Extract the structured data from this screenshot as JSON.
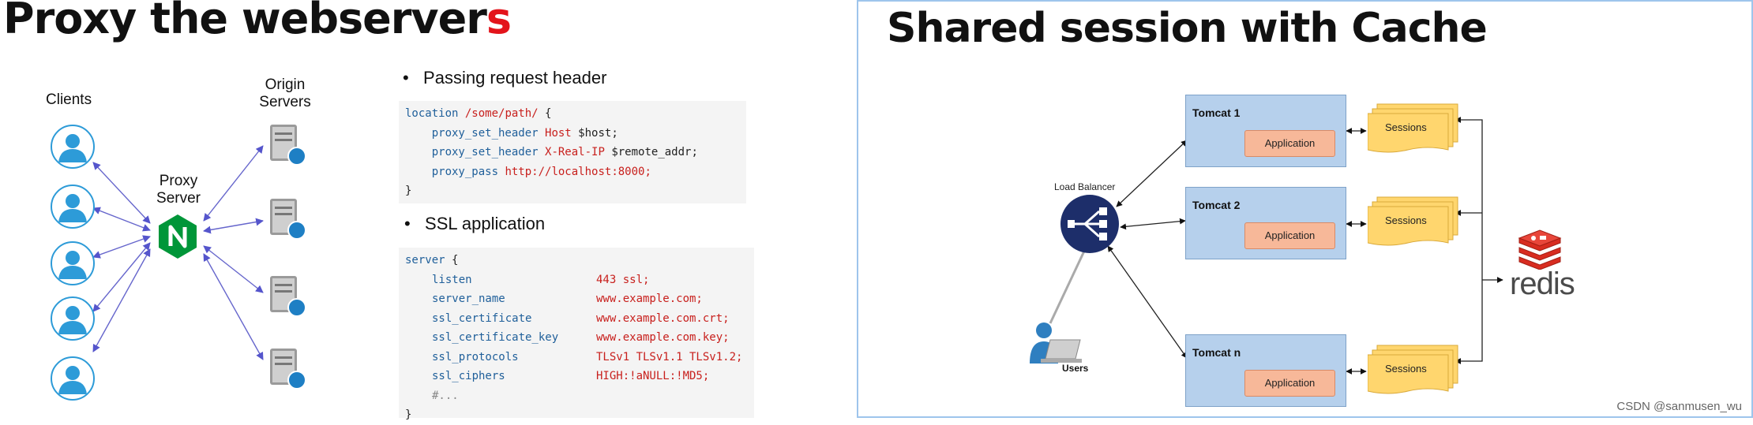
{
  "left": {
    "title_main": "Proxy the webserver",
    "title_accent": "s",
    "clients_label": "Clients",
    "proxy_label_1": "Proxy",
    "proxy_label_2": "Server",
    "origin_label_1": "Origin",
    "origin_label_2": "Servers",
    "bullet_1": "Passing request header",
    "bullet_2": "SSL application",
    "code1": {
      "line1_kw": "location",
      "line1_path": "/some/path/",
      "line1_end": "{",
      "line2_dir": "proxy_set_header",
      "line2_a": "Host",
      "line2_b": "$host;",
      "line3_dir": "proxy_set_header",
      "line3_a": "X-Real-IP",
      "line3_b": "$remote_addr;",
      "line4_dir": "proxy_pass",
      "line4_a": "http://localhost:8000;",
      "line5": "}"
    },
    "code2": {
      "header_kw": "server",
      "header_end": "{",
      "rows": [
        {
          "dir": "listen",
          "val": "443 ssl;"
        },
        {
          "dir": "server_name",
          "val": "www.example.com;"
        },
        {
          "dir": "ssl_certificate",
          "val": "www.example.com.crt;"
        },
        {
          "dir": "ssl_certificate_key",
          "val": "www.example.com.key;"
        },
        {
          "dir": "ssl_protocols",
          "val": "TLSv1 TLSv1.1 TLSv1.2;"
        },
        {
          "dir": "ssl_ciphers",
          "val": "HIGH:!aNULL:!MD5;"
        }
      ],
      "comment": "#...",
      "footer": "}"
    }
  },
  "right": {
    "title": "Shared session with Cache",
    "load_balancer": "Load Balancer",
    "users": "Users",
    "tomcats": [
      {
        "name": "Tomcat 1",
        "app": "Application",
        "sessions": "Sessions"
      },
      {
        "name": "Tomcat 2",
        "app": "Application",
        "sessions": "Sessions"
      },
      {
        "name": "Tomcat n",
        "app": "Application",
        "sessions": "Sessions"
      }
    ],
    "cache": "redis"
  },
  "watermark": "CSDN @sanmusen_wu",
  "colors": {
    "accent_red": "#e3141b",
    "nginx_green": "#009639",
    "client_blue": "#2d9bd8",
    "tomcat_fill": "#b6d0ec",
    "app_fill": "#f7b899",
    "session_fill": "#ffd66e",
    "redis_red": "#d82c20",
    "lb_navy": "#1d2e6a"
  },
  "icons": [
    "client-person-icon",
    "nginx-icon",
    "server-icon",
    "load-balancer-icon",
    "user-laptop-icon",
    "redis-icon"
  ]
}
